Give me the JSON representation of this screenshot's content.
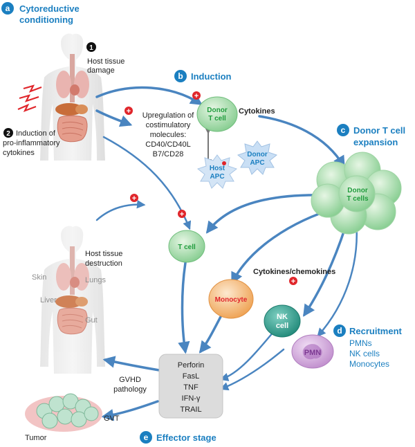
{
  "sections": {
    "a": {
      "letter": "a",
      "title_line1": "Cytoreductive",
      "title_line2": "conditioning"
    },
    "b": {
      "letter": "b",
      "title": "Induction"
    },
    "c": {
      "letter": "c",
      "title_line1": "Donor T cell",
      "title_line2": "expansion"
    },
    "d": {
      "letter": "d",
      "title": "Recruitment",
      "items": [
        "PMNs",
        "NK cells",
        "Monocytes"
      ]
    },
    "e": {
      "letter": "e",
      "title": "Effector stage"
    }
  },
  "steps": {
    "one": {
      "number": "1",
      "line1": "Host tissue",
      "line2": "damage"
    },
    "two": {
      "number": "2",
      "line1": "Induction of",
      "line2": "pro-inflammatory",
      "line3": "cytokines"
    }
  },
  "upregulation": {
    "line1": "Upregulation of",
    "line2": "costimulatory",
    "line3": "molecules:",
    "line4": "CD40/CD40L",
    "line5": "B7/CD28"
  },
  "cells": {
    "donor_t_cell": {
      "line1": "Donor",
      "line2": "T cell"
    },
    "host_apc": {
      "line1": "Host",
      "line2": "APC"
    },
    "donor_apc": {
      "line1": "Donor",
      "line2": "APC"
    },
    "donor_t_cells": {
      "line1": "Donor",
      "line2": "T cells"
    },
    "t_cell": "T cell",
    "monocyte": "Monocyte",
    "nk_cell": {
      "line1": "NK",
      "line2": "cell"
    },
    "pmn": "PMN"
  },
  "labels": {
    "cytokines": "Cytokines",
    "cytokines_chemokines": "Cytokines/chemokines",
    "host_tissue_destruction_line1": "Host tissue",
    "host_tissue_destruction_line2": "destruction",
    "skin": "Skin",
    "lungs": "Lungs",
    "liver": "Liver",
    "gut": "Gut",
    "gvhd_line1": "GVHD",
    "gvhd_line2": "pathology",
    "gvt": "GVT",
    "tumor": "Tumor",
    "plus": "+"
  },
  "effectors": [
    "Perforin",
    "FasL",
    "TNF",
    "IFN-γ",
    "TRAIL"
  ],
  "colors": {
    "accent_blue": "#1b7fc0",
    "t_cell_green": "#8fd39a",
    "monocyte_orange": "#f2a35c",
    "nk_teal": "#2f9b8a",
    "pmn_purple": "#c79ad3",
    "apc_blue": "#c9dff5",
    "plus_red": "#e0262b"
  }
}
